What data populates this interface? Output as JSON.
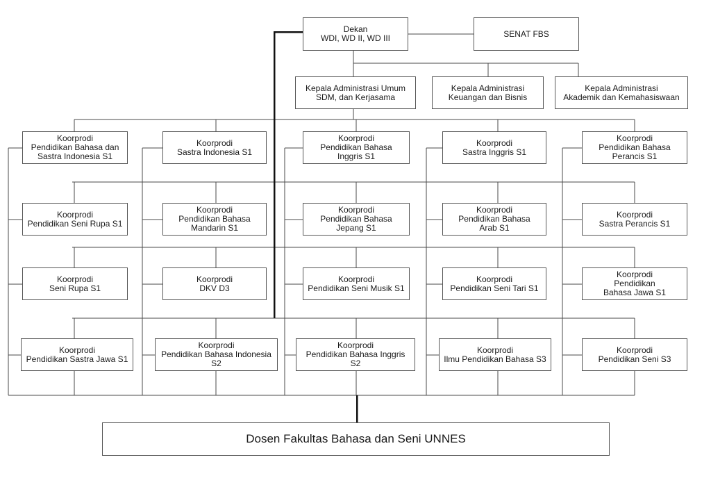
{
  "top": {
    "dean": [
      "Dekan",
      "WDI, WD II, WD III"
    ],
    "senate": [
      "SENAT FBS"
    ]
  },
  "admin": [
    [
      "Kepala Administrasi Umum",
      "SDM, dan Kerjasama"
    ],
    [
      "Kepala Administrasi",
      "Keuangan dan Bisnis"
    ],
    [
      "Kepala Administrasi",
      "Akademik dan Kemahasiswaan"
    ]
  ],
  "programs": [
    [
      [
        "Koorprodi",
        "Pendidikan Bahasa dan",
        "Sastra Indonesia S1"
      ],
      [
        "Koorprodi",
        "Sastra Indonesia S1"
      ],
      [
        "Koorprodi",
        "Pendidikan Bahasa",
        "Inggris S1"
      ],
      [
        "Koorprodi",
        "Sastra Inggris S1"
      ],
      [
        "Koorprodi",
        "Pendidikan Bahasa",
        "Perancis S1"
      ]
    ],
    [
      [
        "Koorprodi",
        "Pendidikan Seni Rupa S1"
      ],
      [
        "Koorprodi",
        "Pendidikan Bahasa",
        "Mandarin S1"
      ],
      [
        "Koorprodi",
        "Pendidikan Bahasa",
        "Jepang S1"
      ],
      [
        "Koorprodi",
        "Pendidikan Bahasa",
        "Arab S1"
      ],
      [
        "Koorprodi",
        "Sastra Perancis S1"
      ]
    ],
    [
      [
        "Koorprodi",
        "Seni Rupa S1"
      ],
      [
        "Koorprodi",
        "DKV D3"
      ],
      [
        "Koorprodi",
        "Pendidikan Seni Musik S1"
      ],
      [
        "Koorprodi",
        "Pendidikan Seni Tari S1"
      ],
      [
        "Koorprodi",
        "Pendidikan",
        "Bahasa Jawa S1"
      ]
    ],
    [
      [
        "Koorprodi",
        "Pendidikan Sastra Jawa S1"
      ],
      [
        "Koorprodi",
        "Pendidikan Bahasa Indonesia",
        "S2"
      ],
      [
        "Koorprodi",
        "Pendidikan Bahasa Inggris",
        "S2"
      ],
      [
        "Koorprodi",
        "Ilmu Pendidikan Bahasa S3"
      ],
      [
        "Koorprodi",
        "Pendidikan Seni S3"
      ]
    ]
  ],
  "bottom": [
    "Dosen Fakultas Bahasa dan Seni UNNES"
  ]
}
